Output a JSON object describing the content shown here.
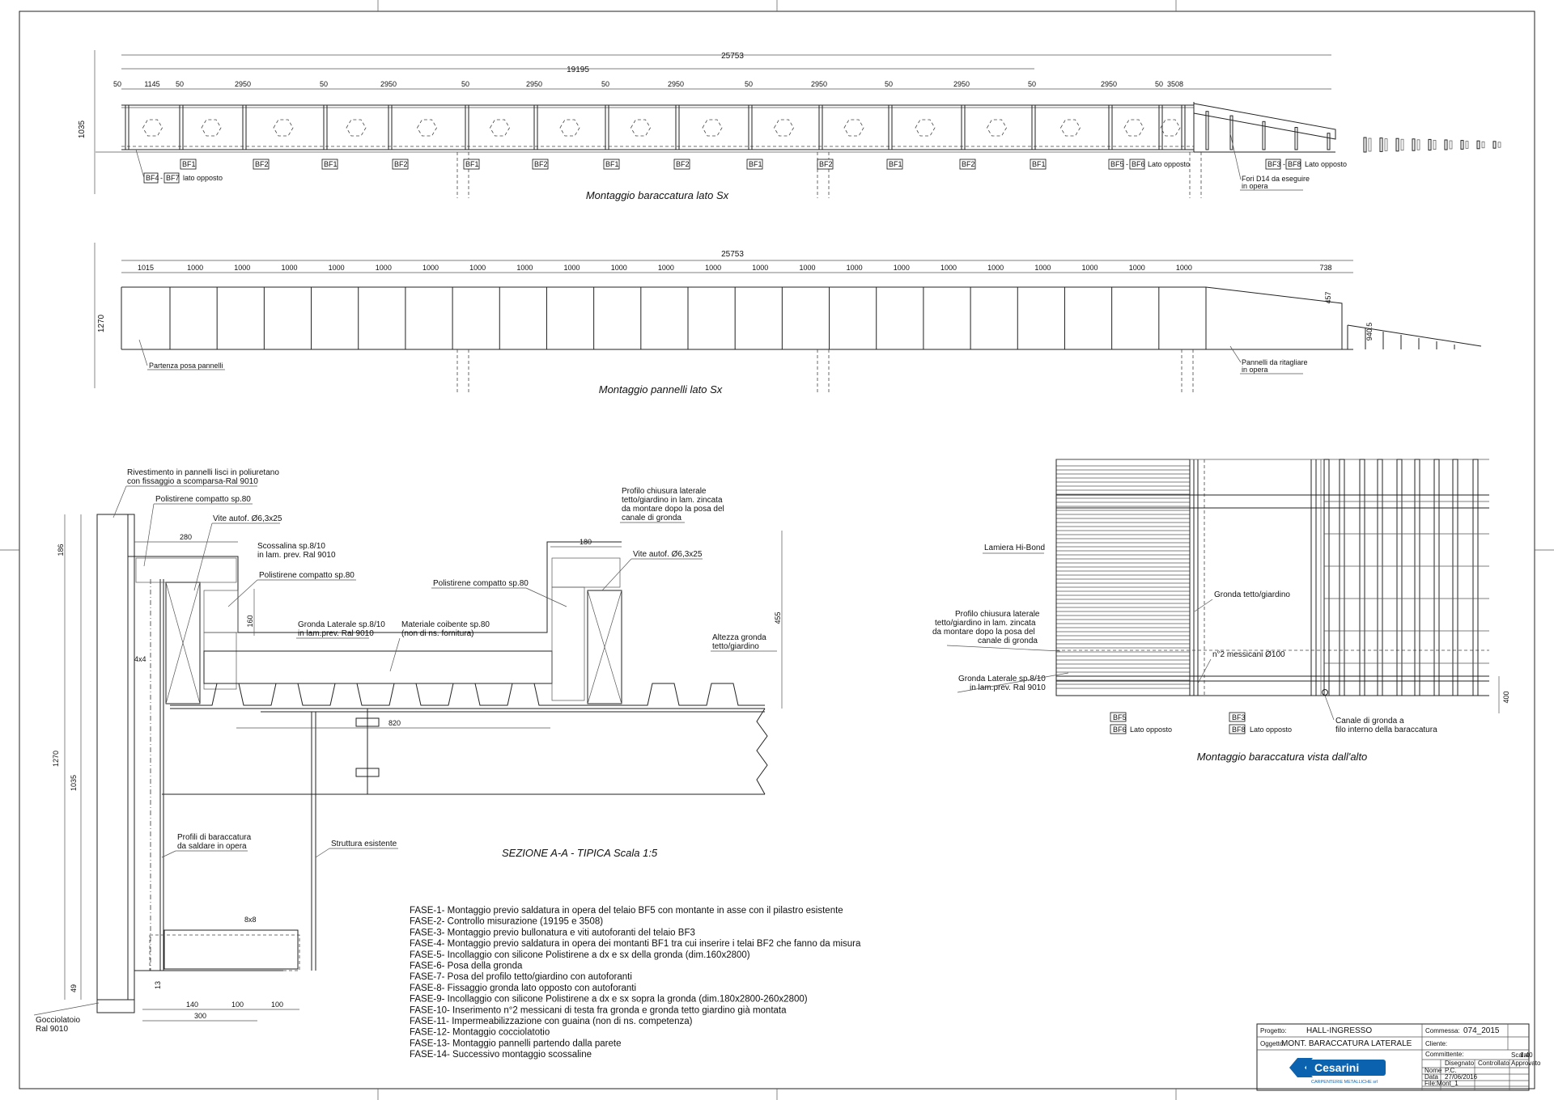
{
  "elevation_top": {
    "title": "Montaggio baraccatura lato Sx",
    "total": "25753",
    "partial": "19195",
    "dims": [
      "50",
      "1145",
      "50",
      "2950",
      "50",
      "2950",
      "50",
      "2950",
      "50",
      "2950",
      "50",
      "2950",
      "50",
      "2950",
      "50",
      "2950",
      "50",
      "3508"
    ],
    "height": "1035",
    "tags": [
      "BF1",
      "BF2",
      "BF1",
      "BF2",
      "BF1",
      "BF2",
      "BF1",
      "BF2",
      "BF1",
      "BF2",
      "BF1",
      "BF2",
      "BF1"
    ],
    "tag_bf4": "BF4",
    "tag_bf7": "BF7",
    "lato_opposto_1": "lato opposto",
    "tag_bf5": "BF5",
    "tag_bf6": "BF6",
    "lato_opposto_2": "Lato opposto",
    "tag_bf3": "BF3",
    "tag_bf8": "BF8",
    "lato_opposto_3": "Lato opposto",
    "note_fori_1": "Fori D14 da eseguire",
    "note_fori_2": "in opera"
  },
  "elevation_panels": {
    "title": "Montaggio pannelli lato Sx",
    "total": "25753",
    "dims": [
      "1015",
      "1000",
      "1000",
      "1000",
      "1000",
      "1000",
      "1000",
      "1000",
      "1000",
      "1000",
      "1000",
      "1000",
      "1000",
      "1000",
      "1000",
      "1000",
      "1000",
      "1000",
      "1000",
      "1000",
      "1000",
      "1000",
      "1000",
      "738"
    ],
    "height": "1270",
    "dim_right_1": "457",
    "dim_right_2": "940.5",
    "note_start": "Partenza posa pannelli",
    "note_cut_1": "Pannelli da ritagliare",
    "note_cut_2": "in opera"
  },
  "section": {
    "title": "SEZIONE A-A - TIPICA Scala 1:5",
    "labels": {
      "rivestimento_1": "Rivestimento in pannelli lisci in poliuretano",
      "rivestimento_2": "con fissaggio a scomparsa-Ral 9010",
      "polistirene_top": "Polistirene compatto sp.80",
      "vite_left": "Vite autof. Ø6,3x25",
      "scossalina_1": "Scossalina sp.8/10",
      "scossalina_2": "in lam. prev. Ral 9010",
      "polistirene_mid": "Polistirene compatto sp.80",
      "gronda_1": "Gronda Laterale sp.8/10",
      "gronda_2": "in lam.prev. Ral 9010",
      "coibente_1": "Materiale coibente sp.80",
      "coibente_2": "(non di ns. fornitura)",
      "profilo_1": "Profilo chiusura laterale",
      "profilo_2": "tetto/giardino in lam. zincata",
      "profilo_3": "da montare dopo la posa del",
      "profilo_4": "canale di gronda",
      "vite_right": "Vite autof. Ø6,3x25",
      "polistirene_right": "Polistirene compatto sp.80",
      "altezza_1": "Altezza gronda",
      "altezza_2": "tetto/giardino",
      "profili_bar_1": "Profili di baraccatura",
      "profili_bar_2": "da saldare in opera",
      "struttura": "Struttura esistente",
      "gocciolatoio_1": "Gocciolatoio",
      "gocciolatoio_2": "Ral 9010"
    },
    "dims": {
      "d186": "186",
      "d280": "280",
      "d160": "160",
      "d180": "180",
      "d455": "455",
      "d820": "820",
      "d1270": "1270",
      "d1035": "1035",
      "d49": "49",
      "d13": "13",
      "d140": "140",
      "d100a": "100",
      "d100b": "100",
      "d300": "300",
      "d4x4": "4x4",
      "d8x8": "8x8"
    }
  },
  "phases": [
    "FASE-1- Montaggio previo saldatura in opera del telaio BF5 con montante in asse con il pilastro esistente",
    "FASE-2- Controllo misurazione (19195 e 3508)",
    "FASE-3- Montaggio previo bullonatura e viti autoforanti del telaio BF3",
    "FASE-4- Montaggio previo saldatura in opera dei montanti BF1 tra cui inserire i telai BF2 che fanno da misura",
    "FASE-5- Incollaggio con silicone Polistirene a dx e sx della gronda (dim.160x2800)",
    "FASE-6- Posa della gronda",
    "FASE-7- Posa del profilo tetto/giardino con autoforanti",
    "FASE-8- Fissaggio gronda lato opposto con autoforanti",
    "FASE-9- Incollaggio con silicone Polistirene a dx e sx sopra la gronda (dim.180x2800-260x2800)",
    "FASE-10- Inserimento n°2 messicani di testa fra gronda e gronda tetto giardino già montata",
    "FASE-11- Impermeabilizzazione con guaina (non di ns. competenza)",
    "FASE-12- Montaggio cocciolatotio",
    "FASE-13- Montaggio pannelli partendo dalla parete",
    "FASE-14- Successivo montaggio scossaline"
  ],
  "plan_view": {
    "title": "Montaggio baraccatura vista dall'alto",
    "lamiera": "Lamiera Hi-Bond",
    "profilo_1": "Profilo chiusura laterale",
    "profilo_2": "tetto/giardino in lam. zincata",
    "profilo_3": "da montare dopo la posa del",
    "profilo_4": "canale di gronda",
    "gronda_tetto": "Gronda tetto/giardino",
    "messicani": "n°2 messicani Ø100",
    "gronda_lat_1": "Gronda Laterale sp.8/10",
    "gronda_lat_2": "in lam.prev. Ral 9010",
    "canale_1": "Canale di gronda a",
    "canale_2": "filo interno della baraccatura",
    "tag_bf5": "BF5",
    "tag_bf6": "BF6",
    "lato_1": "Lato opposto",
    "tag_bf3": "BF3",
    "tag_bf8": "BF8",
    "lato_2": "Lato opposto",
    "dim_400": "400"
  },
  "title_block": {
    "progetto_label": "Progetto:",
    "progetto": "HALL-INGRESSO",
    "oggetto_label": "Oggetto:",
    "oggetto": "MONT. BARACCATURA LATERALE",
    "commessa_label": "Commessa:",
    "commessa": "074_2015",
    "cliente_label": "Cliente:",
    "committente_label": "Committente:",
    "scala_label": "Scala:",
    "scala": "1:40",
    "disegnato": "Disegnato",
    "controllato": "Controllato",
    "approvato": "Approvato",
    "nome_label": "Nome",
    "nome": "P.C.",
    "data_label": "Data",
    "data": "27/06/2016",
    "file_label": "File:",
    "file": "Mont_1",
    "logo": "Cesarini",
    "logo_sub": "CARPENTERIE METALLICHE srl"
  }
}
